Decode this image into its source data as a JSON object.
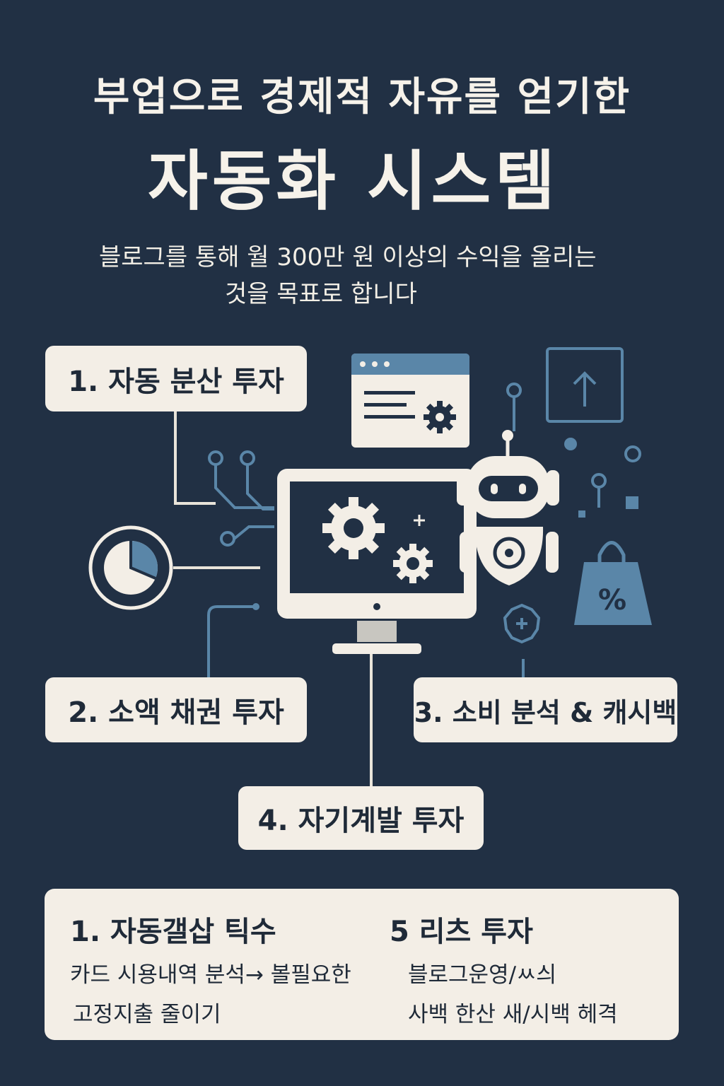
{
  "header": {
    "title_line1": "부업으로 경제적 자유를 얻기한",
    "title_line2": "자동화 시스템",
    "subtitle_line1": "블로그를 통해 월 300만 원 이상의 수익을 올리는",
    "subtitle_line2": "것을 목표로 합니다"
  },
  "cards": {
    "card1": "1. 자동 분산 투자",
    "card2": "2. 소액 채권 투자",
    "card3": "3. 소비 분석 & 캐시백",
    "card4": "4. 자기계발 투자"
  },
  "tips": {
    "left_heading": "1. 자동갤삽 틱수",
    "left_line1": "카드 시용내역 분석→ 볼필요한",
    "left_line2": "고정지출 줄이기",
    "right_heading": "5  리츠 투자",
    "right_line1": "블로그운영/ㅆ싀",
    "right_line2": "사백 한산 새/시백 헤격"
  },
  "icons": {
    "ui-window": "browser-window-gear-icon",
    "upload": "arrow-up-box-icon",
    "robot": "robot-icon",
    "monitor": "computer-monitor-gears-icon",
    "pie": "pie-chart-icon",
    "shopping-bag": "shopping-bag-percent-icon",
    "gear-badge": "plus-badge-icon"
  },
  "colors": {
    "background": "#213044",
    "card": "#f3eee6",
    "accent": "#5a86a8",
    "ink": "#1f2a38"
  }
}
